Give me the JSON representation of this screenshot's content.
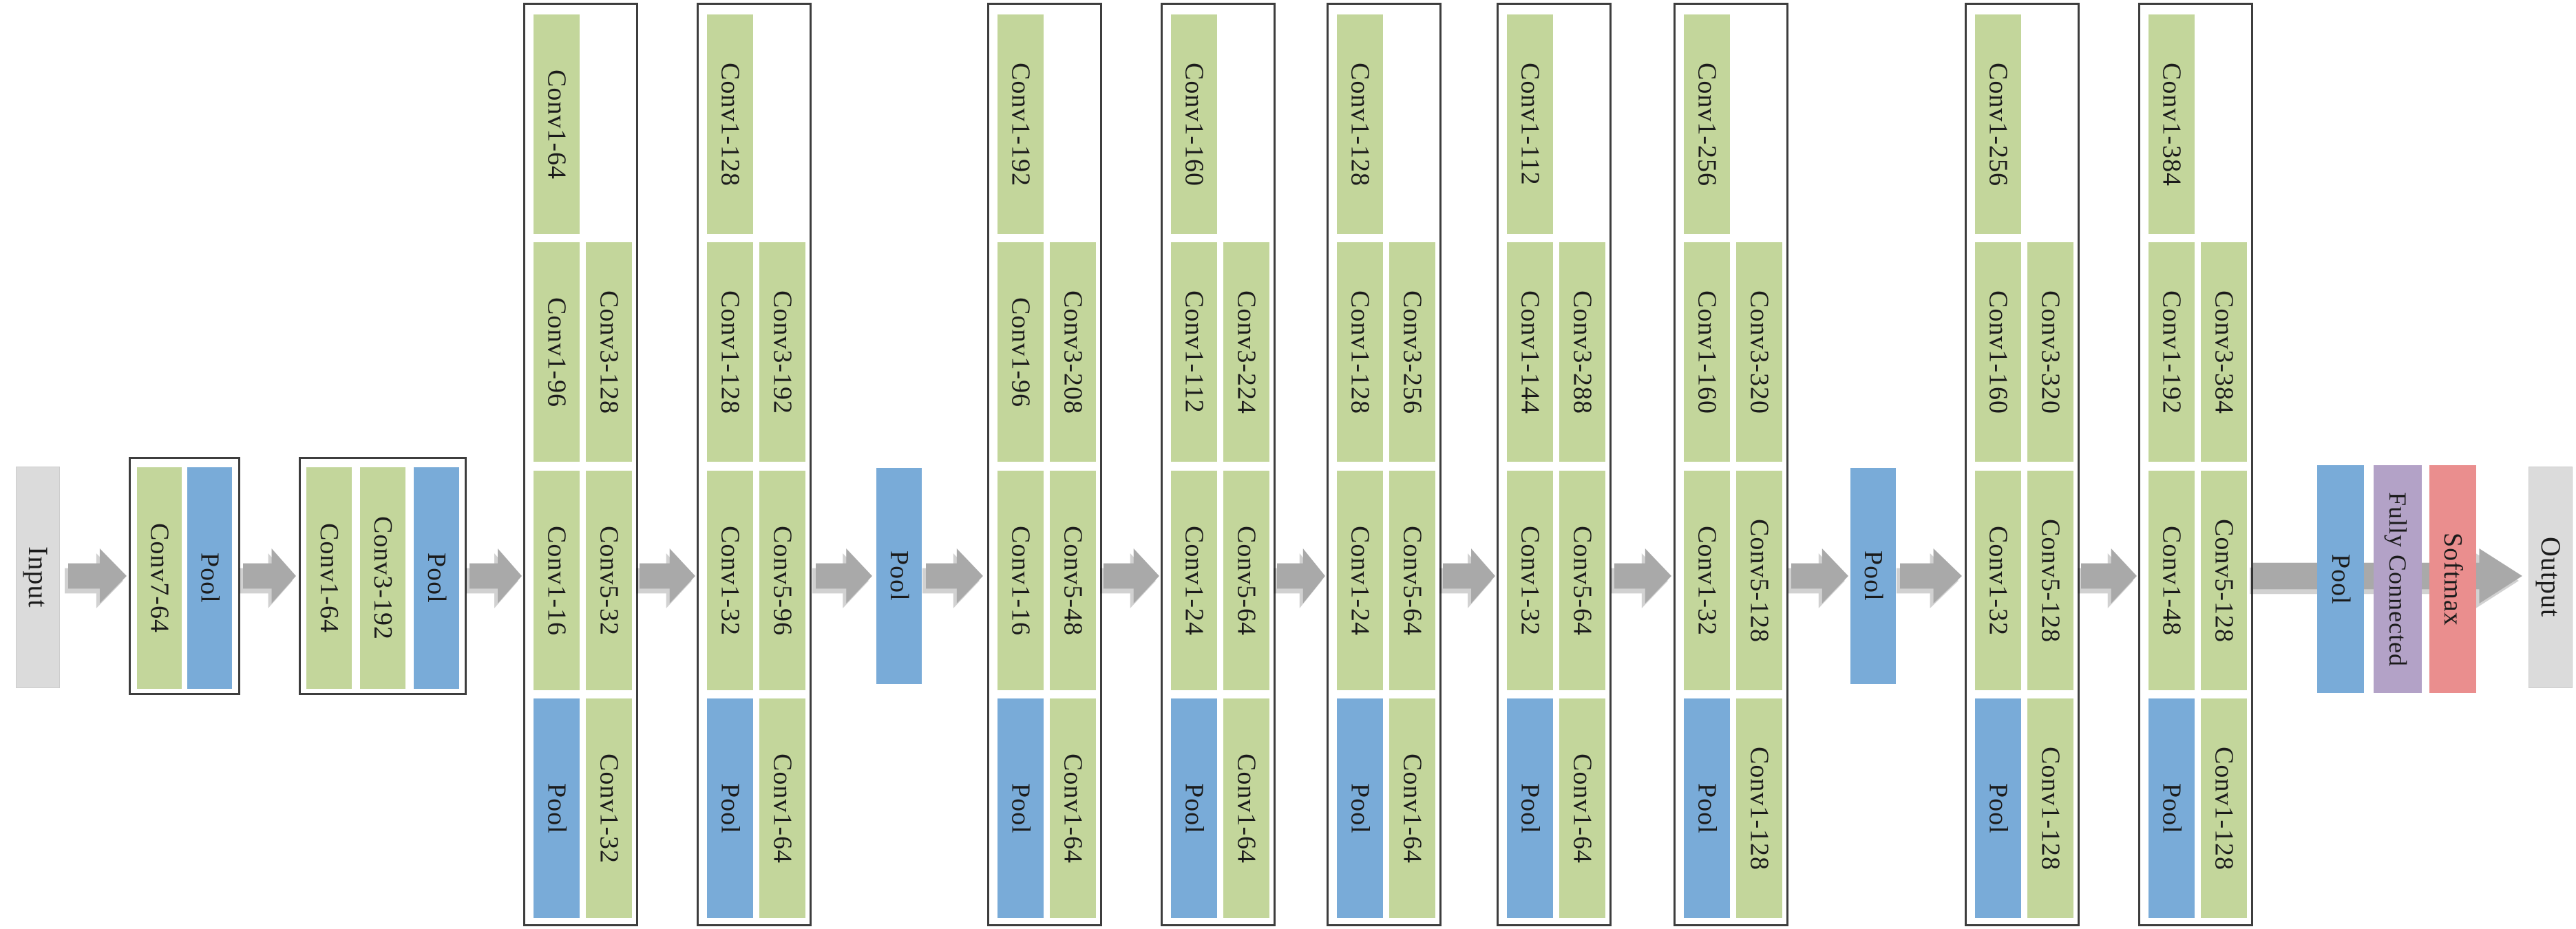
{
  "figure": {
    "description": "Convolutional neural network architecture flow diagram (inception-style)",
    "colors": {
      "conv_green": "#c3d69b",
      "pool_blue": "#79abd8",
      "fully_connected_purple": "#b3a2c7",
      "softmax_red": "#ea8e8e",
      "io_gray": "#dbdbdb",
      "arrow_gray": "#a9a9a9",
      "block_border": "#3d3d3d"
    }
  },
  "sequence": [
    {
      "kind": "io",
      "name": "input-box",
      "label": "Input"
    },
    {
      "kind": "arrow",
      "name": "flow-arrow"
    },
    {
      "kind": "stem",
      "name": "stem-block-1",
      "cells": [
        {
          "label": "Conv7-64",
          "type": "conv"
        },
        {
          "label": "Pool",
          "type": "pool"
        }
      ]
    },
    {
      "kind": "arrow",
      "name": "flow-arrow"
    },
    {
      "kind": "stem",
      "name": "stem-block-2",
      "cells": [
        {
          "label": "Conv1-64",
          "type": "conv"
        },
        {
          "label": "Conv3-192",
          "type": "conv"
        },
        {
          "label": "Pool",
          "type": "pool"
        }
      ]
    },
    {
      "kind": "arrow",
      "name": "flow-arrow"
    },
    {
      "kind": "inception",
      "name": "inception-block-3a",
      "top": "Conv1-64",
      "rows": [
        [
          "Conv1-96",
          "Conv3-128"
        ],
        [
          "Conv1-16",
          "Conv5-32"
        ],
        [
          "Pool",
          "Conv1-32"
        ]
      ]
    },
    {
      "kind": "arrow",
      "name": "flow-arrow"
    },
    {
      "kind": "inception",
      "name": "inception-block-3b",
      "top": "Conv1-128",
      "rows": [
        [
          "Conv1-128",
          "Conv3-192"
        ],
        [
          "Conv1-32",
          "Conv5-96"
        ],
        [
          "Pool",
          "Conv1-64"
        ]
      ]
    },
    {
      "kind": "arrow",
      "name": "flow-arrow"
    },
    {
      "kind": "pool",
      "name": "pool-box",
      "label": "Pool"
    },
    {
      "kind": "arrow",
      "name": "flow-arrow"
    },
    {
      "kind": "inception",
      "name": "inception-block-4a",
      "top": "Conv1-192",
      "rows": [
        [
          "Conv1-96",
          "Conv3-208"
        ],
        [
          "Conv1-16",
          "Conv5-48"
        ],
        [
          "Pool",
          "Conv1-64"
        ]
      ]
    },
    {
      "kind": "arrow",
      "name": "flow-arrow"
    },
    {
      "kind": "inception",
      "name": "inception-block-4b",
      "top": "Conv1-160",
      "rows": [
        [
          "Conv1-112",
          "Conv3-224"
        ],
        [
          "Conv1-24",
          "Conv5-64"
        ],
        [
          "Pool",
          "Conv1-64"
        ]
      ]
    },
    {
      "kind": "arrow",
      "name": "flow-arrow"
    },
    {
      "kind": "inception",
      "name": "inception-block-4c",
      "top": "Conv1-128",
      "rows": [
        [
          "Conv1-128",
          "Conv3-256"
        ],
        [
          "Conv1-24",
          "Conv5-64"
        ],
        [
          "Pool",
          "Conv1-64"
        ]
      ]
    },
    {
      "kind": "arrow",
      "name": "flow-arrow"
    },
    {
      "kind": "inception",
      "name": "inception-block-4d",
      "top": "Conv1-112",
      "rows": [
        [
          "Conv1-144",
          "Conv3-288"
        ],
        [
          "Conv1-32",
          "Conv5-64"
        ],
        [
          "Pool",
          "Conv1-64"
        ]
      ]
    },
    {
      "kind": "arrow",
      "name": "flow-arrow"
    },
    {
      "kind": "inception",
      "name": "inception-block-4e",
      "top": "Conv1-256",
      "rows": [
        [
          "Conv1-160",
          "Conv3-320"
        ],
        [
          "Conv1-32",
          "Conv5-128"
        ],
        [
          "Pool",
          "Conv1-128"
        ]
      ]
    },
    {
      "kind": "arrow",
      "name": "flow-arrow"
    },
    {
      "kind": "pool",
      "name": "pool-box",
      "label": "Pool"
    },
    {
      "kind": "arrow",
      "name": "flow-arrow"
    },
    {
      "kind": "inception",
      "name": "inception-block-5a",
      "top": "Conv1-256",
      "rows": [
        [
          "Conv1-160",
          "Conv3-320"
        ],
        [
          "Conv1-32",
          "Conv5-128"
        ],
        [
          "Pool",
          "Conv1-128"
        ]
      ]
    },
    {
      "kind": "arrow",
      "name": "flow-arrow"
    },
    {
      "kind": "inception",
      "name": "inception-block-5b",
      "top": "Conv1-384",
      "rows": [
        [
          "Conv1-192",
          "Conv3-384"
        ],
        [
          "Conv1-48",
          "Conv5-128"
        ],
        [
          "Pool",
          "Conv1-128"
        ]
      ]
    },
    {
      "kind": "tail",
      "name": "output-flow",
      "boxes": [
        {
          "label": "Pool",
          "type": "pool",
          "boxname": "final-pool-box"
        },
        {
          "label": "Fully Connected",
          "type": "fc",
          "boxname": "fully-connected-box"
        },
        {
          "label": "Softmax",
          "type": "softmax",
          "boxname": "softmax-box"
        }
      ]
    },
    {
      "kind": "io",
      "name": "output-box",
      "label": "Output"
    }
  ]
}
